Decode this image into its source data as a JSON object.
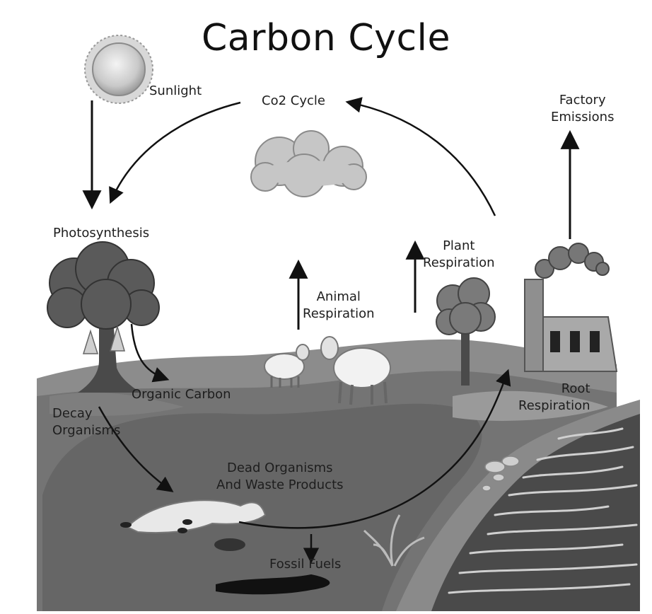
{
  "title": "Carbon Cycle",
  "labels": {
    "sunlight": "Sunlight",
    "co2_cycle": "Co2 Cycle",
    "factory_emissions": [
      "Factory",
      "Emissions"
    ],
    "photosynthesis": "Photosynthesis",
    "plant_respiration": [
      "Plant",
      "Respiration"
    ],
    "animal_respiration": [
      "Animal",
      "Respiration"
    ],
    "organic_carbon": "Organic Carbon",
    "root_respiration": [
      "Root",
      "Respiration"
    ],
    "decay_organisms": [
      "Decay",
      "Organisms"
    ],
    "dead_organisms": [
      "Dead Organisms",
      "And Waste Products"
    ],
    "fossil_fuels": "Fossil Fuels"
  },
  "colors": {
    "sky": "#ffffff",
    "ground_top": "#8a8a8a",
    "ground_mid": "#6f6f6f",
    "ground_deep": "#5a5a5a",
    "water": "#4d4d4d",
    "arrow": "#111111"
  }
}
